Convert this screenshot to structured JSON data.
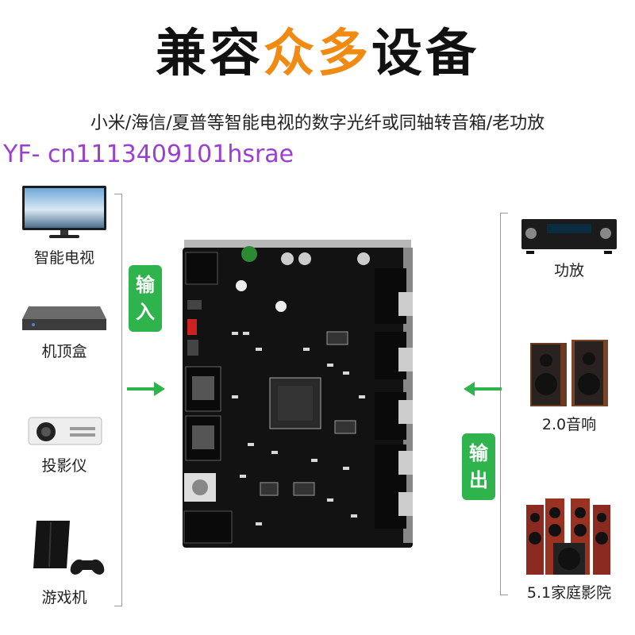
{
  "title": {
    "part1": "兼容",
    "part2": "众多",
    "part3": "设备"
  },
  "subtitle": "小米/海信/夏普等智能电视的数字光纤或同轴转音箱/老功放",
  "watermark": "YF- cn1113409101hsrae",
  "input_tag": "输入",
  "output_tag": "输出",
  "input_devices": [
    {
      "label": "智能电视",
      "icon": "tv-icon"
    },
    {
      "label": "机顶盒",
      "icon": "set-top-box-icon"
    },
    {
      "label": "投影仪",
      "icon": "projector-icon"
    },
    {
      "label": "游戏机",
      "icon": "game-console-icon"
    }
  ],
  "output_devices": [
    {
      "label": "功放",
      "icon": "amplifier-icon"
    },
    {
      "label": "2.0音响",
      "icon": "speakers-icon"
    },
    {
      "label": "5.1家庭影院",
      "icon": "home-theater-icon"
    }
  ],
  "colors": {
    "accent": "#f08a12",
    "tag_green": "#2fb34c",
    "watermark": "#9b3fd0",
    "pcb": "#121212"
  }
}
